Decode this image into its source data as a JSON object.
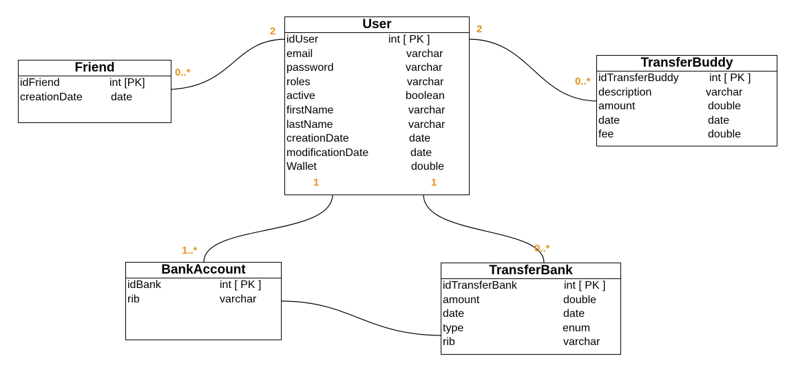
{
  "entities": {
    "user": {
      "title": "User",
      "attributes": [
        {
          "name": "idUser",
          "type": "int  [ PK ]"
        },
        {
          "name": "email",
          "type": "varchar"
        },
        {
          "name": "password",
          "type": "varchar"
        },
        {
          "name": "roles",
          "type": "varchar"
        },
        {
          "name": "active",
          "type": "boolean"
        },
        {
          "name": "firstName",
          "type": "varchar"
        },
        {
          "name": "lastName",
          "type": "varchar"
        },
        {
          "name": "creationDate",
          "type": "date"
        },
        {
          "name": "modificationDate",
          "type": "date"
        },
        {
          "name": "Wallet",
          "type": "double"
        }
      ]
    },
    "friend": {
      "title": "Friend",
      "attributes": [
        {
          "name": "idFriend",
          "type": "int   [PK]"
        },
        {
          "name": "creationDate",
          "type": "date"
        }
      ]
    },
    "transferbuddy": {
      "title": "TransferBuddy",
      "attributes": [
        {
          "name": "idTransferBuddy",
          "type": "int  [ PK ]"
        },
        {
          "name": "description",
          "type": "varchar"
        },
        {
          "name": "amount",
          "type": "double"
        },
        {
          "name": "date",
          "type": "date"
        },
        {
          "name": "fee",
          "type": "double"
        }
      ]
    },
    "bankaccount": {
      "title": "BankAccount",
      "attributes": [
        {
          "name": "idBank",
          "type": "int   [ PK ]"
        },
        {
          "name": "rib",
          "type": "varchar"
        }
      ]
    },
    "transferbank": {
      "title": "TransferBank",
      "attributes": [
        {
          "name": "idTransferBank",
          "type": "int  [ PK ]"
        },
        {
          "name": "amount",
          "type": "double"
        },
        {
          "name": "date",
          "type": "date"
        },
        {
          "name": "type",
          "type": "enum"
        },
        {
          "name": "rib",
          "type": "varchar"
        }
      ]
    }
  },
  "multiplicities": {
    "user_friend": "2",
    "friend_user": "0..*",
    "user_transferbuddy": "2",
    "transferbuddy_user": "0..*",
    "user_bankaccount": "1",
    "bankaccount_user": "1..*",
    "user_transferbank": "1",
    "transferbank_user": "0..*"
  },
  "colors": {
    "multiplicity": "#e8901a",
    "line": "#000000",
    "background": "#ffffff"
  }
}
